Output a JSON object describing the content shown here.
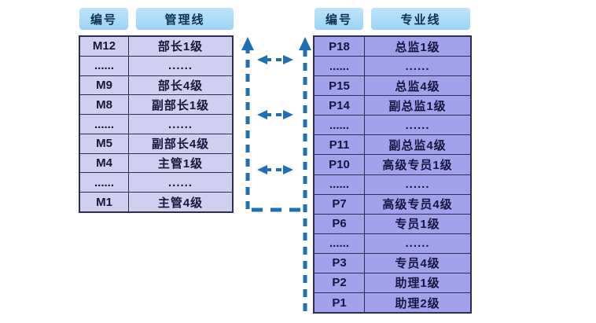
{
  "ladders": {
    "management": {
      "header": {
        "code_label": "编号",
        "line_label": "管理线"
      },
      "rows": [
        {
          "code": "M12",
          "title": "部长1级"
        },
        {
          "code": "......",
          "title": "......"
        },
        {
          "code": "M9",
          "title": "部长4级"
        },
        {
          "code": "M8",
          "title": "副部长1级"
        },
        {
          "code": "......",
          "title": "......"
        },
        {
          "code": "M5",
          "title": "副部长4级"
        },
        {
          "code": "M4",
          "title": "主管1级"
        },
        {
          "code": "......",
          "title": "......"
        },
        {
          "code": "M1",
          "title": "主管4级"
        }
      ]
    },
    "professional": {
      "header": {
        "code_label": "编号",
        "line_label": "专业线"
      },
      "rows": [
        {
          "code": "P18",
          "title": "总监1级"
        },
        {
          "code": "......",
          "title": "......"
        },
        {
          "code": "P15",
          "title": "总监4级"
        },
        {
          "code": "P14",
          "title": "副总监1级"
        },
        {
          "code": "......",
          "title": "......"
        },
        {
          "code": "P11",
          "title": "副总监4级"
        },
        {
          "code": "P10",
          "title": "高级专员1级"
        },
        {
          "code": "......",
          "title": "......"
        },
        {
          "code": "P7",
          "title": "高级专员4级"
        },
        {
          "code": "P6",
          "title": "专员1级"
        },
        {
          "code": "......",
          "title": "......"
        },
        {
          "code": "P3",
          "title": "专员4级"
        },
        {
          "code": "P2",
          "title": "助理1级"
        },
        {
          "code": "P1",
          "title": "助理2级"
        }
      ]
    }
  },
  "connectors": {
    "management_up_arrow": "dashed-up-arrow",
    "professional_up_arrow": "dashed-up-arrow",
    "bottom_link": "dashed-elbow-connector",
    "transfer_arrows": [
      "double-headed-dashed-arrow",
      "double-headed-dashed-arrow",
      "double-headed-dashed-arrow"
    ]
  },
  "colors": {
    "header_bg": "#a9dbf8",
    "header_text": "#0e2f55",
    "management_cell_bg": "#cfcfef",
    "professional_cell_bg": "#a2a2ec",
    "cell_border": "#2e2e55",
    "cell_text": "#15153f",
    "arrow_blue": "#1f6fb6",
    "page_bg": "#ffffff"
  }
}
